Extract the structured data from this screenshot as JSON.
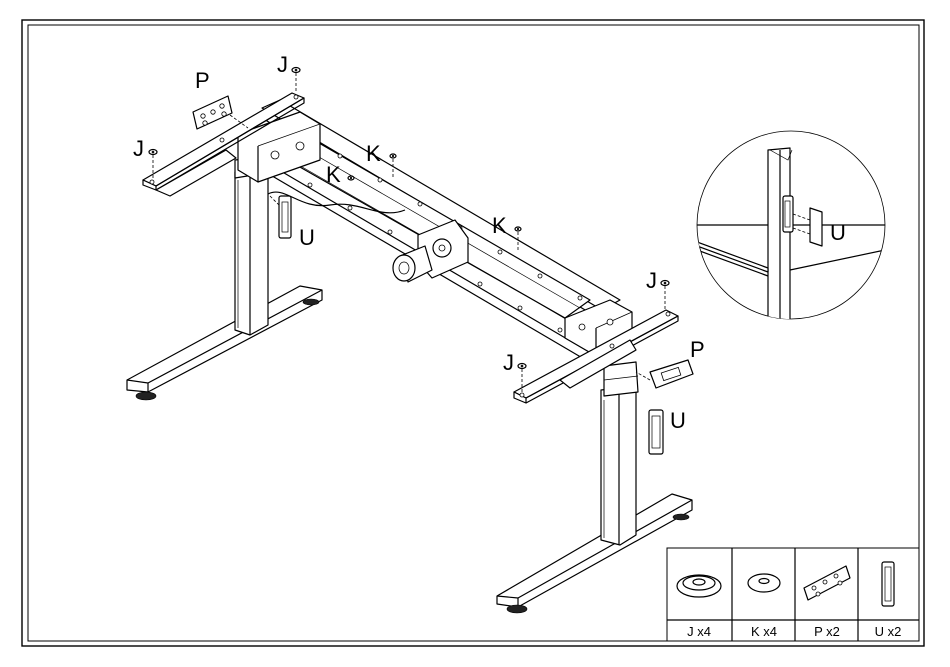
{
  "callouts": {
    "p_top": "P",
    "j_top": "J",
    "j_left": "J",
    "k_mid": "K",
    "k_small": "K",
    "k_right": "K",
    "u_left": "U",
    "u_zoom": "U",
    "j_right_top": "J",
    "j_right_low": "J",
    "p_right": "P",
    "u_right": "U"
  },
  "parts_table": [
    {
      "label": "J x4",
      "icon": "j-washer-icon"
    },
    {
      "label": "K x4",
      "icon": "k-washer-icon"
    },
    {
      "label": "P x2",
      "icon": "p-plate-icon"
    },
    {
      "label": "U x2",
      "icon": "u-cover-icon"
    }
  ]
}
